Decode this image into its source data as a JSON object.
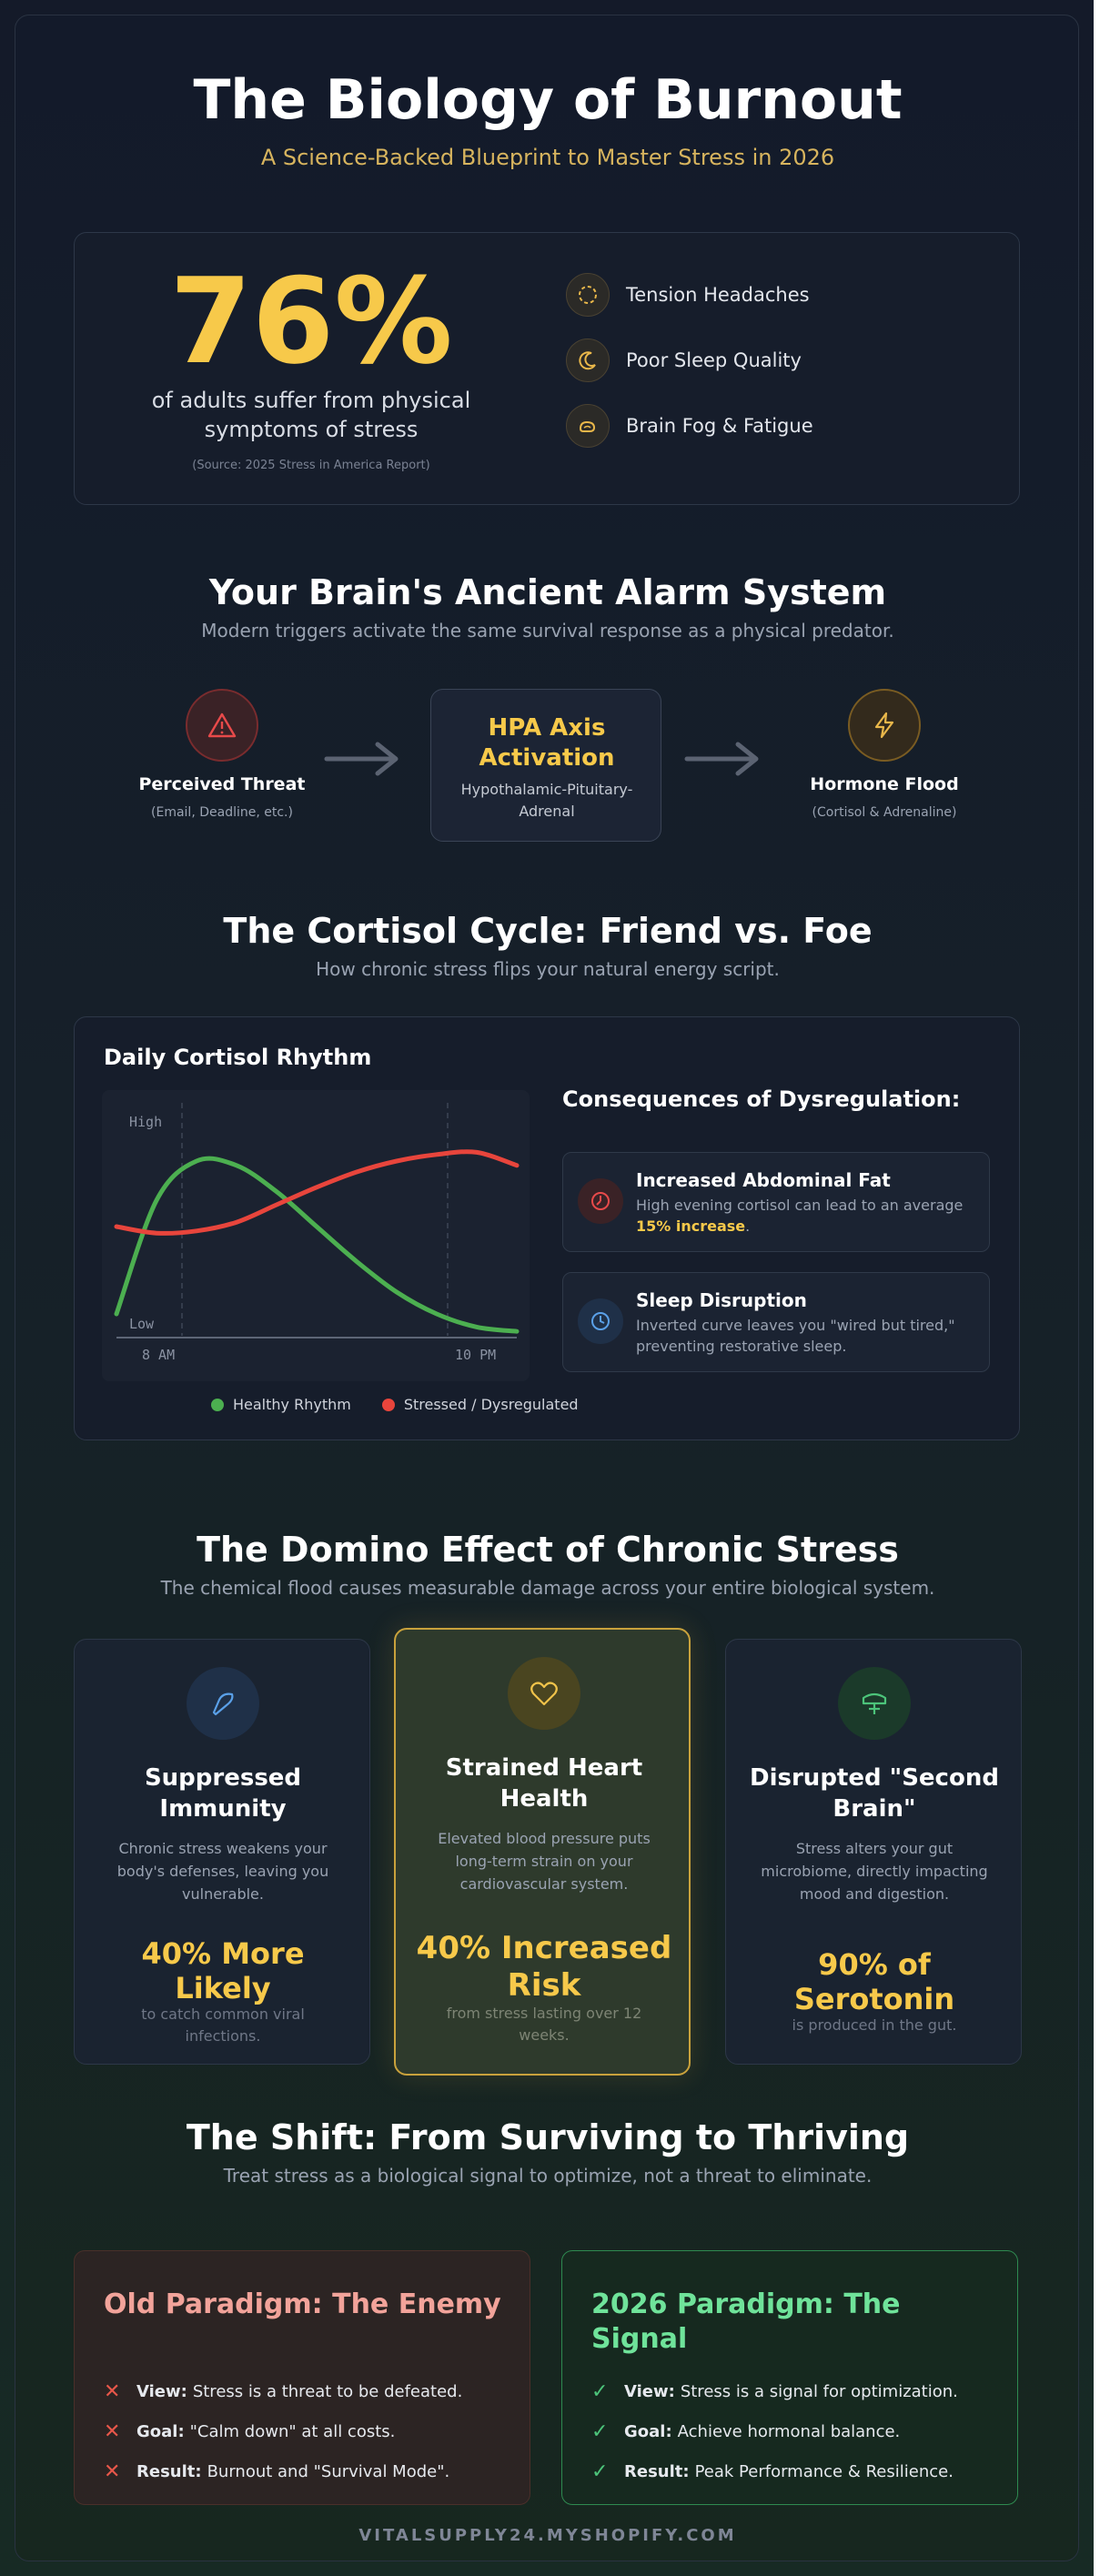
{
  "header": {
    "title": "The Biology of Burnout",
    "subtitle": "A Science-Backed Blueprint to Master Stress in 2026"
  },
  "stat": {
    "value": "76%",
    "description": "of adults suffer from physical symptoms of stress",
    "source": "(Source: 2025 Stress in America Report)",
    "symptoms": [
      {
        "label": "Tension Headaches",
        "icon": "tension-icon"
      },
      {
        "label": "Poor Sleep Quality",
        "icon": "moon-icon"
      },
      {
        "label": "Brain Fog & Fatigue",
        "icon": "fog-icon"
      }
    ]
  },
  "alarm": {
    "title": "Your Brain's Ancient Alarm System",
    "subtitle": "Modern triggers activate the same survival response as a physical predator.",
    "threat": {
      "label": "Perceived Threat",
      "sub": "(Email, Deadline, etc.)",
      "icon": "warning-icon",
      "color": "#e84a4a"
    },
    "hpa": {
      "title": "HPA Axis Activation",
      "sub": "Hypothalamic-Pituitary-Adrenal"
    },
    "flood": {
      "label": "Hormone Flood",
      "sub": "(Cortisol & Adrenaline)",
      "icon": "lightning-icon",
      "color": "#e9b74a"
    }
  },
  "cortisol": {
    "title": "The Cortisol Cycle: Friend vs. Foe",
    "subtitle": "How chronic stress flips your natural energy script.",
    "card_title": "Daily Cortisol Rhythm",
    "consequences_title": "Consequences of Dysregulation:",
    "consequences": [
      {
        "title": "Increased Abdominal Fat",
        "text": "High evening cortisol can lead to an average",
        "highlight": "15% increase",
        "icon": "fat-icon"
      },
      {
        "title": "Sleep Disruption",
        "text": "Inverted curve leaves you \"wired but tired,\" preventing restorative sleep.",
        "icon": "clock-icon"
      }
    ],
    "legend": [
      {
        "label": "Healthy Rhythm",
        "color": "#4caf50"
      },
      {
        "label": "Stressed / Dysregulated",
        "color": "#e8453c"
      }
    ]
  },
  "chart_data": {
    "type": "line",
    "title": "Daily Cortisol Rhythm",
    "x_tick_labels": [
      "8 AM",
      "10 PM"
    ],
    "y_tick_labels": [
      "High",
      "Low"
    ],
    "x": [
      0,
      0.1,
      0.2,
      0.3,
      0.4,
      0.5,
      0.6,
      0.7,
      0.8,
      0.9,
      1.0
    ],
    "ylim": [
      0,
      1
    ],
    "series": [
      {
        "name": "Healthy Rhythm",
        "color": "#4caf50",
        "values": [
          0.1,
          0.62,
          0.8,
          0.78,
          0.66,
          0.5,
          0.34,
          0.2,
          0.1,
          0.04,
          0.02
        ]
      },
      {
        "name": "Stressed / Dysregulated",
        "color": "#e8453c",
        "values": [
          0.5,
          0.47,
          0.48,
          0.52,
          0.6,
          0.68,
          0.75,
          0.8,
          0.83,
          0.84,
          0.78
        ]
      }
    ]
  },
  "domino": {
    "title": "The Domino Effect of Chronic Stress",
    "subtitle": "The chemical flood causes measurable damage across your entire biological system.",
    "cards": [
      {
        "title": "Suppressed Immunity",
        "text": "Chronic stress weakens your body's defenses, leaving you vulnerable.",
        "stat": "40% More Likely",
        "stat_sub": "to catch common viral infections.",
        "icon": "shield-icon",
        "color": "#5aa0e8"
      },
      {
        "title": "Strained Heart Health",
        "text": "Elevated blood pressure puts long-term strain on your cardiovascular system.",
        "stat": "40% Increased Risk",
        "stat_sub": "from stress lasting over 12 weeks.",
        "icon": "heart-icon",
        "color": "#f0c34a"
      },
      {
        "title": "Disrupted \"Second Brain\"",
        "text": "Stress alters your gut microbiome, directly impacting mood and digestion.",
        "stat": "90% of Serotonin",
        "stat_sub": "is produced in the gut.",
        "icon": "gut-icon",
        "color": "#4cc47a"
      }
    ]
  },
  "shift": {
    "title": "The Shift: From Surviving to Thriving",
    "subtitle": "Treat stress as a biological signal to optimize, not a threat to eliminate.",
    "old": {
      "title": "Old Paradigm: The Enemy",
      "rows": [
        {
          "key": "View:",
          "value": "Stress is a threat to be defeated."
        },
        {
          "key": "Goal:",
          "value": "\"Calm down\" at all costs."
        },
        {
          "key": "Result:",
          "value": "Burnout and \"Survival Mode\"."
        }
      ]
    },
    "new": {
      "title": "2026 Paradigm: The Signal",
      "rows": [
        {
          "key": "View:",
          "value": "Stress is a signal for optimization."
        },
        {
          "key": "Goal:",
          "value": "Achieve hormonal balance."
        },
        {
          "key": "Result:",
          "value": "Peak Performance & Resilience."
        }
      ]
    }
  },
  "footer": "VITALSUPPLY24.MYSHOPIFY.COM"
}
